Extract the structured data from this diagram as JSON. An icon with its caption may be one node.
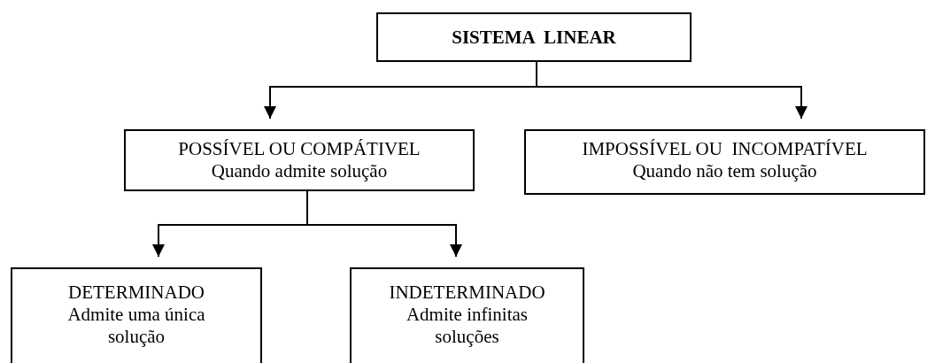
{
  "diagram": {
    "nodes": [
      {
        "text": [
          "SISTEMA  LINEAR"
        ]
      },
      {
        "text": [
          "POSSÍVEL OU COMPÁTIVEL",
          "Quando admite solução"
        ]
      },
      {
        "text": [
          "IMPOSSÍVEL OU  INCOMPATÍVEL",
          "Quando não tem solução"
        ]
      },
      {
        "text": [
          "DETERMINADO",
          "Admite uma única solução"
        ]
      },
      {
        "text": [
          "INDETERMINADO",
          "Admite infinitas soluções"
        ]
      }
    ],
    "edges": [
      {
        "from": 0,
        "to": 1,
        "arrow": "to"
      },
      {
        "from": 0,
        "to": 2,
        "arrow": "to"
      },
      {
        "from": 1,
        "to": 3,
        "arrow": "to"
      },
      {
        "from": 1,
        "to": 4,
        "arrow": "to"
      }
    ]
  }
}
